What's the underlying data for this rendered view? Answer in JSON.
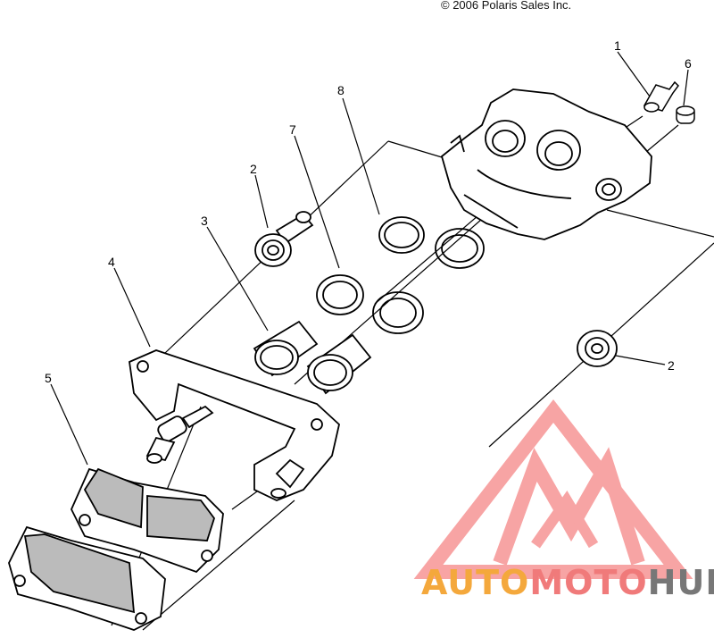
{
  "copyright": "© 2006 Polaris Sales Inc.",
  "callouts": [
    "1",
    "6",
    "8",
    "7",
    "2",
    "3",
    "4",
    "5",
    "2"
  ],
  "watermark": {
    "parts": [
      "AUTO",
      "MOTO",
      "HUB"
    ],
    "colors": {
      "auto": "#f4a83c",
      "moto": "#f07a7a",
      "hub": "#777777",
      "logo": "#f25a5a"
    }
  },
  "icons": [
    "caliper-body-icon",
    "bleeder-screw-icon",
    "cap-icon",
    "seal-ring-icon",
    "piston-icon",
    "bushing-icon",
    "bracket-icon",
    "brake-pad-icon",
    "logo-icon"
  ]
}
